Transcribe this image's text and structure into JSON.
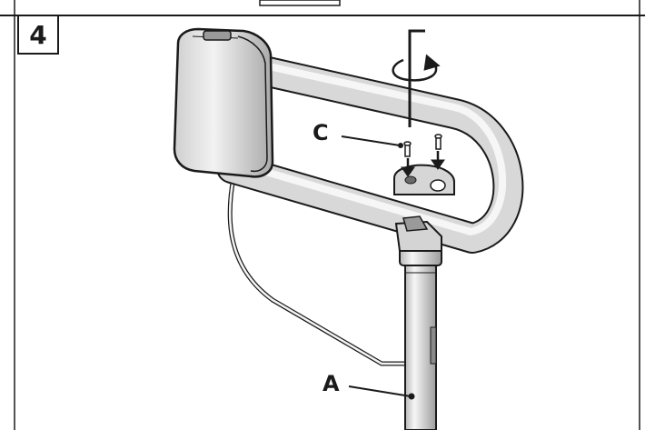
{
  "step": {
    "number": "4"
  },
  "callouts": {
    "c": "C",
    "a": "A"
  },
  "colors": {
    "line": "#1a1a1a",
    "metal_light": "#ececec",
    "metal_mid": "#bdbdbd",
    "metal_dark": "#8a8a8a",
    "background": "#ffffff"
  },
  "icons": {
    "rotate": "rotate-arrow-icon",
    "down": "arrow-down-icon",
    "hex_key": "hex-key-icon"
  }
}
